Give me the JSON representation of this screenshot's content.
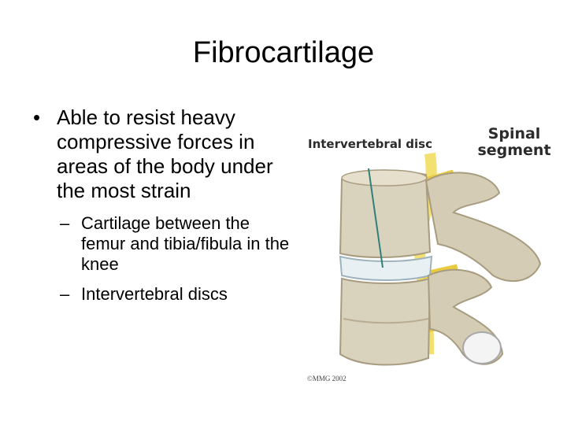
{
  "slide": {
    "title": "Fibrocartilage",
    "bullets": [
      {
        "text": "Able to resist heavy compressive forces in areas of the body under the most strain",
        "sub": [
          "Cartilage between the femur and tibia/fibula in the knee",
          "Intervertebral discs"
        ]
      }
    ],
    "bullet_marks": {
      "level1": "•",
      "level2": "–"
    }
  },
  "figure": {
    "label_disc": "Intervertebral disc",
    "label_segment": "Spinal segment",
    "copyright": "©MMG 2002",
    "colors": {
      "bone": "#d9d2bd",
      "bone_shadow": "#b8ad92",
      "disc": "#e8f0f4",
      "nerve": "#f2e070",
      "pointer": "#2f7f7a"
    }
  }
}
